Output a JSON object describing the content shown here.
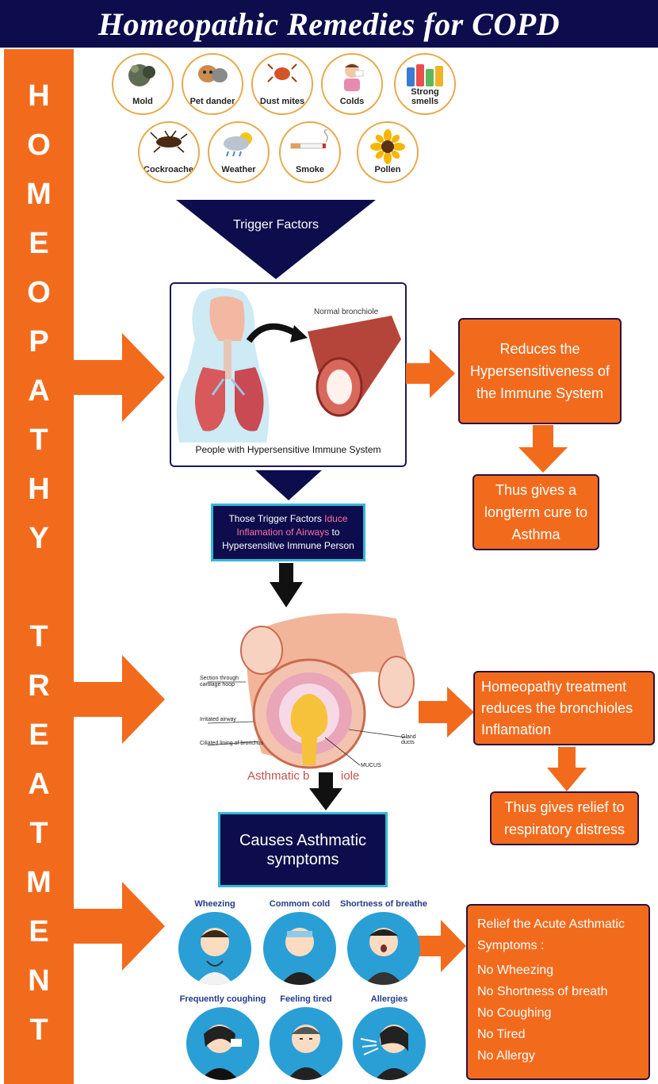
{
  "title": "Homeopathic Remedies for COPD",
  "side_banner": {
    "letters_top": [
      "H",
      "O",
      "M",
      "E",
      "O",
      "P",
      "A",
      "T",
      "H",
      "Y"
    ],
    "letters_bottom": [
      "T",
      "R",
      "E",
      "A",
      "T",
      "M",
      "E",
      "N",
      "T"
    ]
  },
  "triggers": [
    {
      "label": "Mold",
      "icon": "mold-icon"
    },
    {
      "label": "Pet dander",
      "icon": "pet-icon"
    },
    {
      "label": "Dust mites",
      "icon": "dust-mite-icon"
    },
    {
      "label": "Colds",
      "icon": "child-cold-icon"
    },
    {
      "label": "Strong smells",
      "icon": "bottles-icon"
    },
    {
      "label": "Cockroaches",
      "icon": "cockroach-icon"
    },
    {
      "label": "Weather",
      "icon": "weather-icon"
    },
    {
      "label": "Smoke",
      "icon": "cigarette-icon"
    },
    {
      "label": "Pollen",
      "icon": "sunflower-icon"
    }
  ],
  "trigger_factors_label": "Trigger Factors",
  "immune_panel": {
    "bronchiole_label": "Normal bronchiole",
    "caption": "People with Hypersensitive Immune System"
  },
  "induce_box": {
    "part1": "Those Trigger Factors ",
    "highlight": "Iduce Inflamation of Airways",
    "part2": " to Hypersensitive Immune Person",
    "highlight_color": "#ff6fa0"
  },
  "bronchiole_diagram": {
    "labels": [
      "Section through cartilage hoop",
      "Irritated airway",
      "Ciliated lining of bronchus",
      "Gland ducts",
      "MUCUS"
    ],
    "title_left": "Asthmatic b",
    "title_right": "iole"
  },
  "causes_box": "Causes Asthmatic symptoms",
  "right_boxes": {
    "reduces": "Reduces the Hypersensitiveness of the Immune System",
    "longterm": "Thus gives a longterm cure to Asthma",
    "treatment": "Homeopathy treatment reduces the bronchioles Inflamation",
    "relief_distress": "Thus gives relief to respiratory distress"
  },
  "symptoms": [
    {
      "label": "Wheezing",
      "icon": "wheezing-person-icon"
    },
    {
      "label": "Commom cold",
      "icon": "cold-person-icon"
    },
    {
      "label": "Shortness of breathe",
      "icon": "breathless-person-icon"
    },
    {
      "label": "Frequently coughing",
      "icon": "coughing-person-icon"
    },
    {
      "label": "Feeling tired",
      "icon": "tired-person-icon"
    },
    {
      "label": "Allergies",
      "icon": "sneezing-person-icon"
    }
  ],
  "relief_box": {
    "heading": "Relief the Acute Asthmatic Symptoms :",
    "items": [
      "No Wheezing",
      "No Shortness of breath",
      "No Coughing",
      "No Tired",
      "No Allergy"
    ]
  },
  "colors": {
    "navy": "#0d0d4d",
    "orange": "#f26b1d",
    "cyan_border": "#35b8d6",
    "gold_ring": "#e8a94a"
  }
}
